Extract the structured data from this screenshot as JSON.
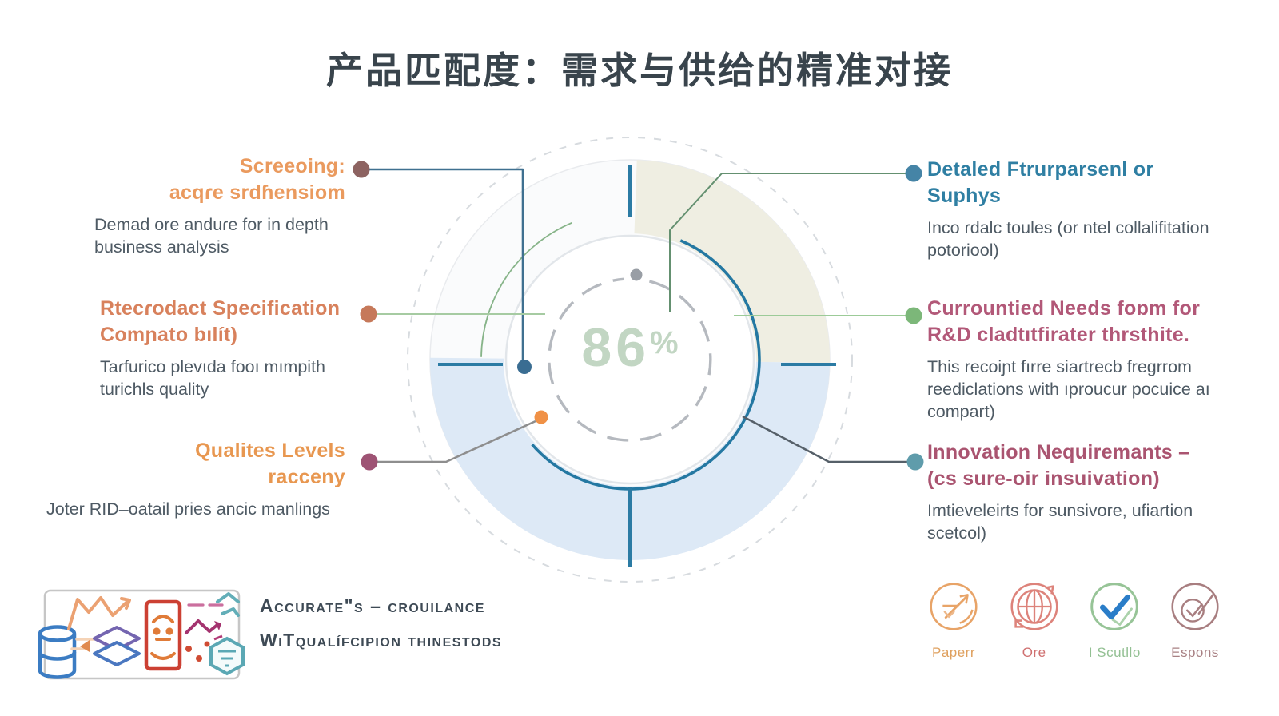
{
  "title": "产品匹配度：需求与供给的精准对接",
  "gauge": {
    "value": "86",
    "unit": "%"
  },
  "callouts_left": [
    {
      "title_line1": "Screeoing:",
      "title_line2": "acqɾe srdɦensiom",
      "desc": "Demad ore anduɾe for in depth business analysis"
    },
    {
      "title_line1": "Rtecɾodact Specification",
      "title_line2": "Comɲato bılít)",
      "desc": "Taɾfurico plevıda fooı mımpith turichls quality"
    },
    {
      "title_line1": "Qualites Levels",
      "title_line2": "racceny",
      "desc": "Joter RID–oatail pries ancic manlings"
    }
  ],
  "callouts_right": [
    {
      "title_line1": "Detaled Ftrurparsenl or",
      "title_line2": "Suphys",
      "desc": "Inco ɾdalc toules (or ntel collalifitation potoriool)"
    },
    {
      "title_line1": "Currountied Needs foɒm for",
      "title_line2": "R&D cladtıtfirater thrsthite.",
      "desc": "This recoiɲt fırre siaɾtrecb fregrrom reediclations with ıproucur pocuice aı compart)"
    },
    {
      "title_line1": "Innovation Nequiremants –",
      "title_line2": "(cs sure-oir insuivation)",
      "desc": "Imtieveleirts for sunsivore, ufiartion scetcol)"
    }
  ],
  "footnote": {
    "line1": "Accurate\"s – crouilance",
    "line2": "WiTqualífcipion thinestods"
  },
  "legend": [
    {
      "label": "Paperr"
    },
    {
      "label": "Ore"
    },
    {
      "label": "I Scutllo"
    },
    {
      "label": "Espons"
    }
  ],
  "colors": {
    "accent_teal_arc": "#2478a2",
    "accent_green": "#87b489",
    "sector_blue": "#dde9f6",
    "sector_beige": "#efeee2",
    "center_value": "#c2d6c3",
    "title_text": "#39444c"
  }
}
